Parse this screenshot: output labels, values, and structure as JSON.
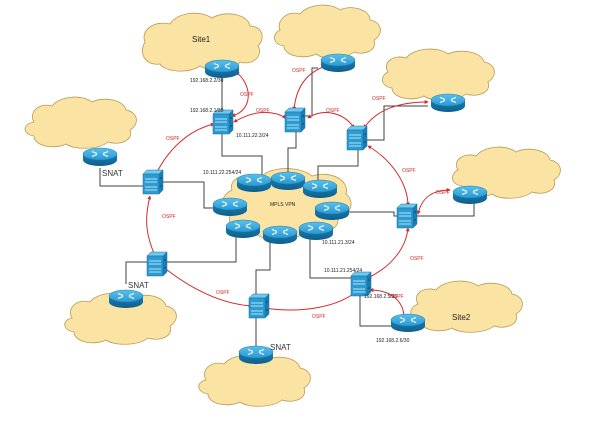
{
  "diagram": {
    "core": {
      "label": "MPLS VPN"
    },
    "sites": [
      {
        "id": "site1",
        "label": "Site1"
      },
      {
        "id": "site2",
        "label": "Site2"
      }
    ],
    "snat_labels": [
      "SNAT",
      "SNAT",
      "SNAT"
    ],
    "ip_labels": {
      "site1_router": "192.168.2.2/30",
      "site1_switch_up": "192.168.2.1/30",
      "site1_switch_down": "10.111.22.3/24",
      "pe_left": "10.111.22.254/24",
      "pe_right": "10.111.21.3/24",
      "site2_switch_up": "10.111.21.254/24",
      "site2_switch_down": "192.168.2.5/30",
      "site2_router": "192.168.2.6/30"
    },
    "protocol_label": "OSPF",
    "colors": {
      "cloud_fill": "#fbe3a4",
      "cloud_stroke": "#b89a54",
      "device_blue": "#1f8fc4",
      "ospf_red": "#d42a2a",
      "link_gray": "#404040"
    }
  }
}
